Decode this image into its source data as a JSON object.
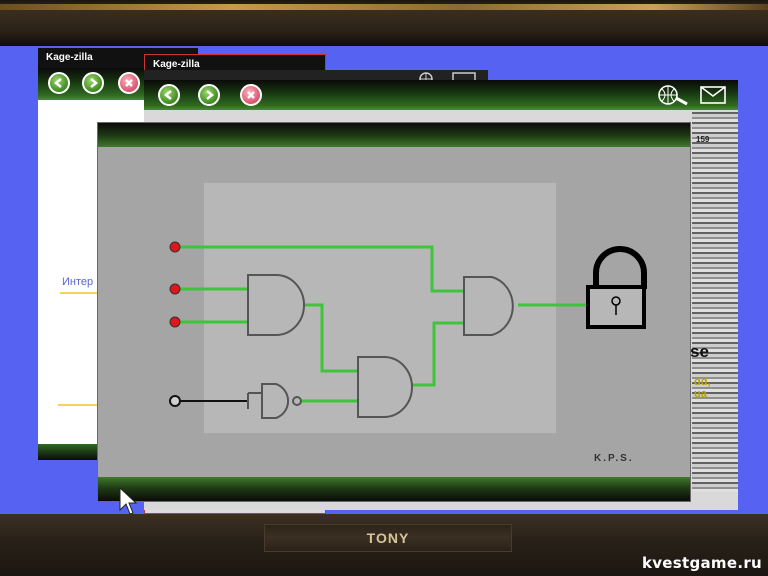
{
  "browser": {
    "title": "Kage-zilla",
    "nav": [
      "back-button",
      "forward-button",
      "stop-button"
    ]
  },
  "background_page": {
    "link_text": "Интер",
    "headline_fragment": "se",
    "highlight_fragment": "dd,\nua",
    "number_fragment": "159"
  },
  "puzzle": {
    "signature": "K.P.S.",
    "inputs": [
      {
        "state": "on"
      },
      {
        "state": "on"
      },
      {
        "state": "on"
      },
      {
        "state": "off"
      }
    ],
    "gates": [
      "AND",
      "NAND",
      "AND",
      "AND"
    ],
    "lock_state": "locked"
  },
  "bottom_bar": {
    "character_name": "TONY"
  },
  "watermark": "kvestgame.ru",
  "colors": {
    "desktop": "#5663f2",
    "wire_active": "#3ec43a",
    "input_on": "#e0161b",
    "toolbar_green": "#2f6a22"
  }
}
